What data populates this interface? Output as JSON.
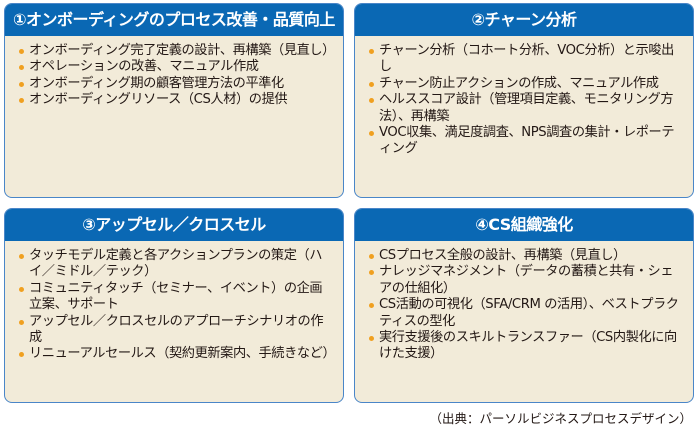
{
  "boxes": [
    {
      "title": "①オンボーディングのプロセス改善・品質向上",
      "items": [
        "オンボーディング完了定義の設計、再構築（見直し）",
        "オペレーションの改善、マニュアル作成",
        "オンボーディング期の顧客管理方法の平準化",
        "オンボーディングリソース（CS人材）の提供"
      ]
    },
    {
      "title": "②チャーン分析",
      "items": [
        "チャーン分析（コホート分析、VOC分析）と示唆出し",
        "チャーン防止アクションの作成、マニュアル作成",
        "ヘルススコア設計（管理項目定義、モニタリング方法）、再構築",
        "VOC収集、満足度調査、NPS調査の集計・レポーティング"
      ]
    },
    {
      "title": "③アップセル／クロスセル",
      "items": [
        "タッチモデル定義と各アクションプランの策定（ハイ／ミドル／テック）",
        "コミュニティタッチ（セミナー、イベント）の企画立案、サポート",
        "アップセル／クロスセルのアプローチシナリオの作成",
        "リニューアルセールス（契約更新案内、手続きなど）"
      ]
    },
    {
      "title": "④CS組織強化",
      "items": [
        "CSプロセス全般の設計、再構築（見直し）",
        "ナレッジマネジメント（データの蓄積と共有・シェアの仕組化）",
        "CS活動の可視化（SFA/CRM の活用）、ベストプラクティスの型化",
        "実行支援後のスキルトランスファー（CS内製化に向けた支援）"
      ]
    }
  ],
  "source": "（出典：パーソルビジネスプロセスデザイン）",
  "colors": {
    "header_bg": "#0a68b4",
    "box_bg": "#f2ebd9",
    "box_border": "#4a86c8",
    "bullet": "#f0a020"
  }
}
